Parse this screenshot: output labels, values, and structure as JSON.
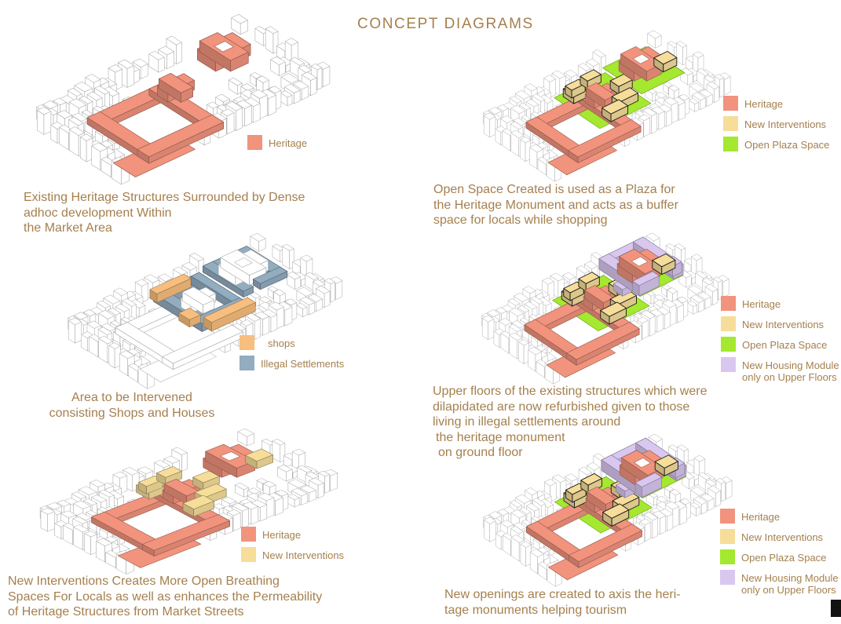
{
  "page": {
    "title": "CONCEPT DIAGRAMS"
  },
  "colors": {
    "text": "#A5804E",
    "heritage": "#F1937D",
    "interventions": "#F6DD99",
    "plaza": "#A4E82F",
    "housing": "#D9C7F0",
    "shops": "#F8BE7D",
    "illegal": "#92ACC0",
    "wire": "#A8A8A8",
    "outline": "#1F1F1F"
  },
  "diagrams": [
    {
      "id": "existing-heritage",
      "caption_lines": [
        "Existing Heritage Structures Surrounded by Dense",
        "adhoc development Within",
        "the Market Area"
      ],
      "legend": [
        {
          "color": "heritage",
          "label": "Heritage"
        }
      ],
      "layers": {
        "heritage": true
      }
    },
    {
      "id": "area-to-intervene",
      "caption_lines": [
        "Area to be Intervened",
        "consisting Shops and Houses"
      ],
      "legend": [
        {
          "color": "shops",
          "label": "shops"
        },
        {
          "color": "illegal",
          "label": "Illegal Settlements"
        }
      ],
      "layers": {
        "shops": true,
        "illegal": true
      }
    },
    {
      "id": "new-interventions",
      "caption_lines": [
        "New Interventions Creates More Open Breathing",
        "Spaces For Locals as well as enhances the Permeability",
        "of Heritage Structures from Market Streets"
      ],
      "legend": [
        {
          "color": "heritage",
          "label": "Heritage"
        },
        {
          "color": "interventions",
          "label": "New Interventions"
        }
      ],
      "layers": {
        "heritage": true,
        "interventions": true
      }
    },
    {
      "id": "open-plaza",
      "caption_lines": [
        "Open Space Created is used as a Plaza for",
        "the Heritage Monument and acts as a buffer",
        "space for locals while shopping"
      ],
      "legend": [
        {
          "color": "heritage",
          "label": "Heritage"
        },
        {
          "color": "interventions",
          "label": "New Interventions"
        },
        {
          "color": "plaza",
          "label": "Open Plaza Space"
        }
      ],
      "layers": {
        "heritage": true,
        "interventions": true,
        "plaza": true,
        "outlined": true
      }
    },
    {
      "id": "upper-floor-housing",
      "caption_lines": [
        "Upper floors of the existing structures which were",
        "dilapidated are now refurbished given to those",
        "living in illegal settlements around",
        "the heritage monument",
        "on ground floor"
      ],
      "legend": [
        {
          "color": "heritage",
          "label": "Heritage"
        },
        {
          "color": "interventions",
          "label": "New Interventions"
        },
        {
          "color": "plaza",
          "label": "Open Plaza Space"
        },
        {
          "color": "housing",
          "label_lines": [
            "New Housing Module",
            "only on Upper Floors"
          ]
        }
      ],
      "layers": {
        "heritage": true,
        "interventions": true,
        "plaza": true,
        "housing": true,
        "outlined": true
      }
    },
    {
      "id": "new-openings",
      "caption_lines": [
        "New openings are created to axis the heri-",
        "tage monuments helping tourism"
      ],
      "legend": [
        {
          "color": "heritage",
          "label": "Heritage"
        },
        {
          "color": "interventions",
          "label": "New Interventions"
        },
        {
          "color": "plaza",
          "label": "Open Plaza Space"
        },
        {
          "color": "housing",
          "label_lines": [
            "New Housing Module",
            "only on Upper Floors"
          ]
        }
      ],
      "layers": {
        "heritage": true,
        "interventions": true,
        "plaza": true,
        "housing": true,
        "outlined": true
      }
    }
  ]
}
